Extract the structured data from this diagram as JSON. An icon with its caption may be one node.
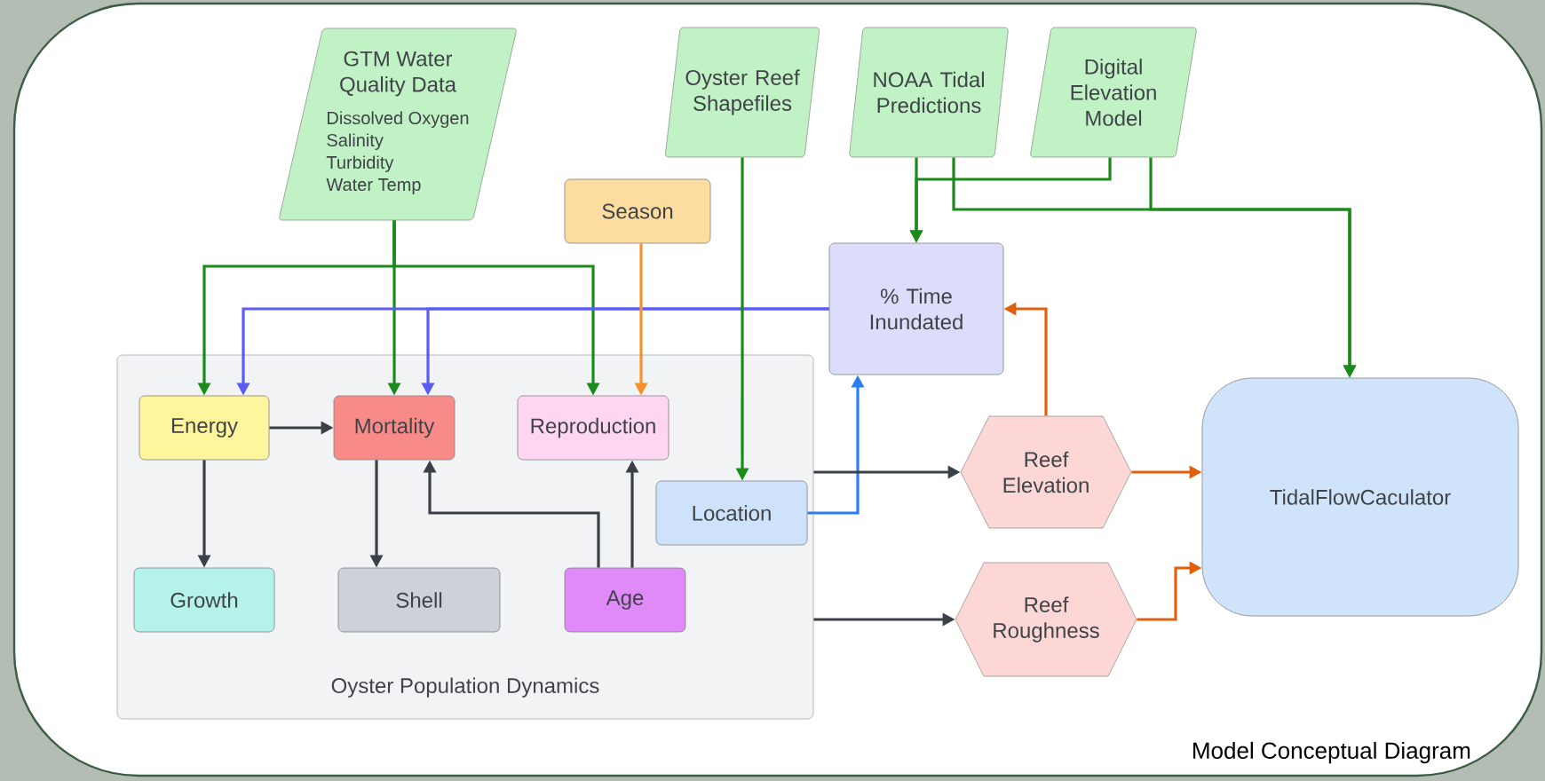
{
  "diagram": {
    "caption": "Model Conceptual Diagram",
    "nodes": [
      {
        "text": [
          "GTM Water Quality Data",
          "Dissolved Oxygen",
          "Salinity",
          "Turbidity",
          "Water Temp"
        ]
      },
      {
        "text": [
          "Oyster Reef Shapefiles"
        ]
      },
      {
        "text": [
          "NOAA Tidal Predictions"
        ]
      },
      {
        "text": [
          "Digital Elevation Model"
        ]
      },
      {
        "text": [
          "Season"
        ]
      },
      {
        "text": [
          "% Time Inundated"
        ]
      },
      {
        "text": [
          "Oyster Population Dynamics"
        ]
      },
      {
        "text": [
          "Energy"
        ],
        "in": 6
      },
      {
        "text": [
          "Mortality"
        ],
        "in": 6
      },
      {
        "text": [
          "Reproduction"
        ],
        "in": 6
      },
      {
        "text": [
          "Location"
        ],
        "in": 6
      },
      {
        "text": [
          "Growth"
        ],
        "in": 6
      },
      {
        "text": [
          "Shell"
        ],
        "in": 6
      },
      {
        "text": [
          "Age"
        ],
        "in": 6
      },
      {
        "text": [
          "Reef Elevation"
        ]
      },
      {
        "text": [
          "Reef Roughness"
        ]
      },
      {
        "text": [
          "TidalFlowCaculator"
        ]
      }
    ],
    "edges": [
      {
        "from": 0,
        "to": 7,
        "arrow": "to"
      },
      {
        "from": 0,
        "to": 8,
        "arrow": "to"
      },
      {
        "from": 0,
        "to": 9,
        "arrow": "to"
      },
      {
        "from": 5,
        "to": 7,
        "arrow": "to",
        "color": "#5b5bf5"
      },
      {
        "from": 5,
        "to": 8,
        "arrow": "to",
        "color": "#5b5bf5"
      },
      {
        "from": 4,
        "to": 9,
        "arrow": "to",
        "color": "#f5922a"
      },
      {
        "from": 1,
        "to": 10,
        "arrow": "to"
      },
      {
        "from": 2,
        "to": 5,
        "arrow": "to"
      },
      {
        "from": 3,
        "to": 5,
        "arrow": "to"
      },
      {
        "from": 2,
        "to": 16,
        "arrow": "to"
      },
      {
        "from": 3,
        "to": 16,
        "arrow": "to"
      },
      {
        "from": 7,
        "to": 8,
        "arrow": "to",
        "color": "#3b4048"
      },
      {
        "from": 7,
        "to": 11,
        "arrow": "to",
        "color": "#3b4048"
      },
      {
        "from": 8,
        "to": 12,
        "arrow": "to",
        "color": "#3b4048"
      },
      {
        "from": 13,
        "to": 8,
        "arrow": "to",
        "color": "#3b4048"
      },
      {
        "from": 13,
        "to": 9,
        "arrow": "to",
        "color": "#3b4048"
      },
      {
        "from": 10,
        "to": 5,
        "arrow": "to",
        "color": "#2a7ff0"
      },
      {
        "from": 6,
        "to": 14,
        "arrow": "to",
        "color": "#3b4048"
      },
      {
        "from": 6,
        "to": 15,
        "arrow": "to",
        "color": "#3b4048"
      },
      {
        "from": 14,
        "to": 5,
        "arrow": "to",
        "color": "#e0600f"
      },
      {
        "from": 14,
        "to": 16,
        "arrow": "to",
        "color": "#e0600f"
      },
      {
        "from": 15,
        "to": 16,
        "arrow": "to",
        "color": "#e0600f"
      }
    ]
  }
}
